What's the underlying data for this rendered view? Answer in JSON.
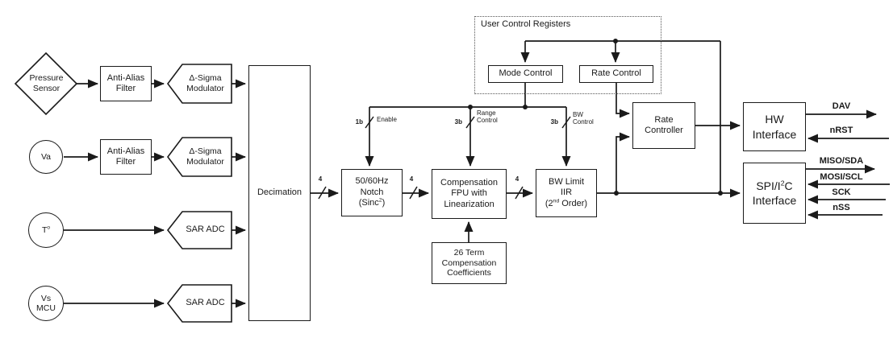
{
  "diagram": {
    "sources": {
      "pressure_sensor": {
        "line1": "Pressure",
        "line2": "Sensor"
      },
      "va": {
        "label": "Va"
      },
      "temperature": {
        "base": "T",
        "sup": "o"
      },
      "vs_mcu": {
        "line1": "Vs",
        "line2": "MCU"
      }
    },
    "blocks": {
      "anti_alias_filter_1": {
        "line1": "Anti-Alias",
        "line2": "Filter"
      },
      "anti_alias_filter_2": {
        "line1": "Anti-Alias",
        "line2": "Filter"
      },
      "delta_sigma_modulator_1": {
        "line1": "Δ-Sigma",
        "line2": "Modulator"
      },
      "delta_sigma_modulator_2": {
        "line1": "Δ-Sigma",
        "line2": "Modulator"
      },
      "sar_adc_1": {
        "label": "SAR ADC"
      },
      "sar_adc_2": {
        "label": "SAR ADC"
      },
      "decimation": {
        "label": "Decimation"
      },
      "notch_filter": {
        "line1": "50/60Hz",
        "line2": "Notch",
        "line3_pre": "(Sinc",
        "line3_sup": "2",
        "line3_post": ")"
      },
      "compensation_fpu": {
        "line1": "Compensation",
        "line2": "FPU with",
        "line3": "Linearization"
      },
      "bw_limit_iir": {
        "line1": "BW Limit",
        "line2": "IIR",
        "line3_pre": "(2",
        "line3_sup": "nd",
        "line3_post": " Order)"
      },
      "compensation_coefficients": {
        "line1": "26 Term",
        "line2": "Compensation",
        "line3": "Coefficients"
      },
      "rate_controller": {
        "line1": "Rate",
        "line2": "Controller"
      },
      "hw_interface": {
        "line1": "HW",
        "line2": "Interface"
      },
      "spi_i2c_interface": {
        "line1_pre": "SPI/I",
        "line1_sup": "2",
        "line1_post": "C",
        "line2": "Interface"
      }
    },
    "registers": {
      "group_label": "User Control Registers",
      "mode_control": "Mode Control",
      "rate_control": "Rate Control"
    },
    "bus_annotations": {
      "decimation_out_width": "4",
      "notch_out_width": "4",
      "compensation_out_width": "4",
      "enable_width": "1b",
      "enable_label": "Enable",
      "range_width": "3b",
      "range_label_line1": "Range",
      "range_label_line2": "Control",
      "bw_width": "3b",
      "bw_label_line1": "BW",
      "bw_label_line2": "Control"
    },
    "io_signals": {
      "dav": "DAV",
      "nrst": "nRST",
      "miso_sda": "MISO/SDA",
      "mosi_scl": "MOSI/SCL",
      "sck": "SCK",
      "nss": "nSS"
    },
    "colors": {
      "line": "#1a1a1a",
      "background": "#ffffff"
    }
  }
}
